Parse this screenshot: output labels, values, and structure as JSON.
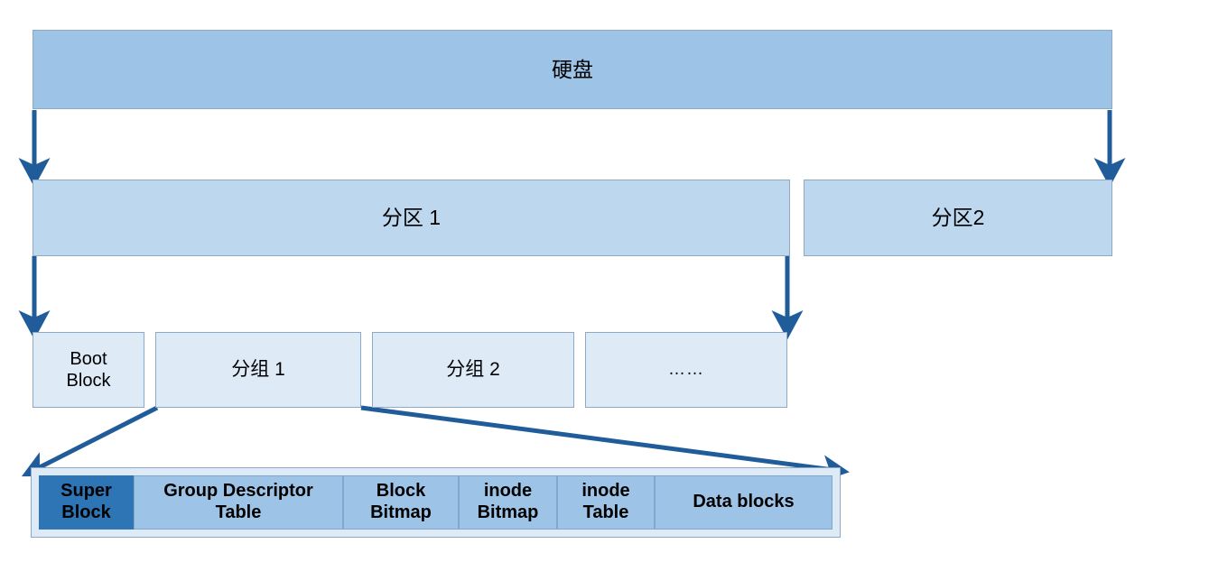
{
  "diagram": {
    "title": "Linux ext filesystem disk layout diagram",
    "colors": {
      "disk_fill": "#9DC3E6",
      "partition_fill": "#BDD7EE",
      "group_fill": "#DEEAF6",
      "detail_fill": "#9DC3E6",
      "super_block_fill": "#2E75B6",
      "arrow": "#1F5C99",
      "border": "#8EA9C1"
    },
    "level_disk": {
      "label": "硬盘"
    },
    "level_partitions": [
      {
        "label": "分区 1"
      },
      {
        "label": "分区2"
      }
    ],
    "level_groups": [
      {
        "label": "Boot\nBlock",
        "line1": "Boot",
        "line2": "Block"
      },
      {
        "label": "分组 1"
      },
      {
        "label": "分组 2"
      },
      {
        "label": "……"
      }
    ],
    "level_detail": [
      {
        "line1": "Super",
        "line2": "Block"
      },
      {
        "line1": "Group Descriptor",
        "line2": "Table"
      },
      {
        "line1": "Block",
        "line2": "Bitmap"
      },
      {
        "line1": "inode",
        "line2": "Bitmap"
      },
      {
        "line1": "inode",
        "line2": "Table"
      },
      {
        "line1": "Data blocks",
        "line2": ""
      }
    ],
    "connectors": [
      {
        "name": "disk-to-partition-1",
        "type": "arrow-down"
      },
      {
        "name": "disk-to-partition-2",
        "type": "arrow-down"
      },
      {
        "name": "partition1-to-groups-left",
        "type": "arrow-down"
      },
      {
        "name": "partition1-to-groups-right",
        "type": "arrow-down"
      },
      {
        "name": "group1-to-detail-left",
        "type": "arrow-diagonal"
      },
      {
        "name": "group1-to-detail-right",
        "type": "arrow-diagonal"
      }
    ]
  }
}
